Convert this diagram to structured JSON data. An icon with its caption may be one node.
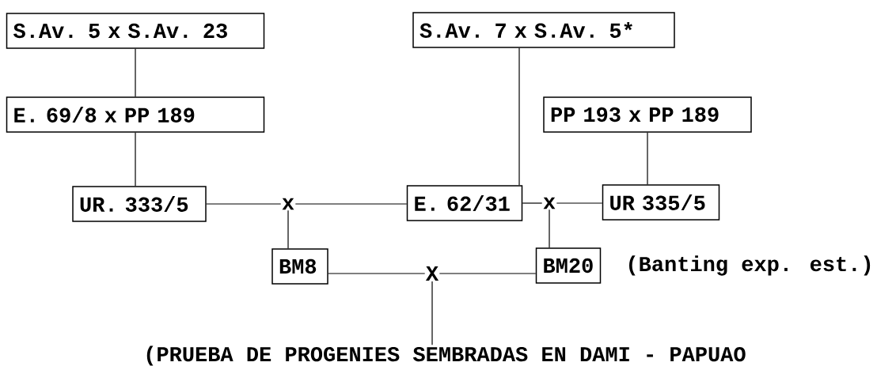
{
  "diagram": {
    "nodes": [
      {
        "text": [
          "S.Av. 5 x S.Av. 23"
        ]
      },
      {
        "text": [
          "E. 69/8 x PP 189"
        ]
      },
      {
        "text": [
          "UR. 333/5"
        ]
      },
      {
        "text": [
          "S.Av. 7 x S.Av. 5*"
        ]
      },
      {
        "text": [
          "PP 193 x PP 189"
        ]
      },
      {
        "text": [
          "E. 62/31"
        ]
      },
      {
        "text": [
          "UR 335/5"
        ]
      },
      {
        "text": [
          "x"
        ]
      },
      {
        "text": [
          "x"
        ]
      },
      {
        "text": [
          "BM8"
        ]
      },
      {
        "text": [
          "BM20"
        ],
        "beside": [
          "(Banting exp. est.)"
        ]
      },
      {
        "text": [
          "X"
        ]
      },
      {
        "text": [
          "(PRUEBA DE PROGENIES SEMBRADAS EN DAMI - PAPUAO"
        ]
      }
    ],
    "edges": [
      {
        "from": 0,
        "to": 1,
        "arrow": "none"
      },
      {
        "from": 1,
        "to": 2,
        "arrow": "none"
      },
      {
        "from": 2,
        "to": 7,
        "arrow": "none"
      },
      {
        "from": 7,
        "to": 5,
        "arrow": "none"
      },
      {
        "from": 3,
        "to": 5,
        "arrow": "none"
      },
      {
        "from": 4,
        "to": 6,
        "arrow": "none"
      },
      {
        "from": 5,
        "to": 8,
        "arrow": "none"
      },
      {
        "from": 8,
        "to": 6,
        "arrow": "none"
      },
      {
        "from": 7,
        "to": 9,
        "arrow": "none"
      },
      {
        "from": 8,
        "to": 10,
        "arrow": "none"
      },
      {
        "from": 9,
        "to": 11,
        "arrow": "none"
      },
      {
        "from": 11,
        "to": 10,
        "arrow": "none"
      },
      {
        "from": 11,
        "to": 12,
        "arrow": "none"
      }
    ]
  }
}
